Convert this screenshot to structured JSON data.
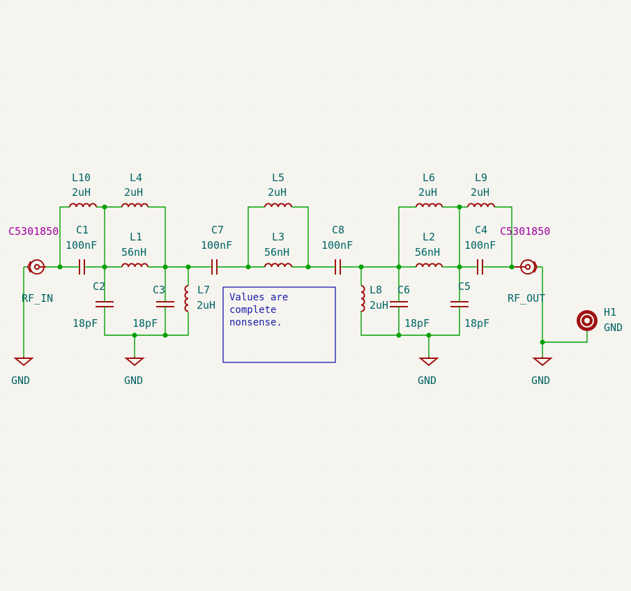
{
  "components": {
    "L10": {
      "ref": "L10",
      "value": "2uH"
    },
    "L4": {
      "ref": "L4",
      "value": "2uH"
    },
    "L5": {
      "ref": "L5",
      "value": "2uH"
    },
    "L6": {
      "ref": "L6",
      "value": "2uH"
    },
    "L9": {
      "ref": "L9",
      "value": "2uH"
    },
    "C1": {
      "ref": "C1",
      "value": "100nF"
    },
    "L1": {
      "ref": "L1",
      "value": "56nH"
    },
    "C7": {
      "ref": "C7",
      "value": "100nF"
    },
    "L3": {
      "ref": "L3",
      "value": "56nH"
    },
    "C8": {
      "ref": "C8",
      "value": "100nF"
    },
    "L2": {
      "ref": "L2",
      "value": "56nH"
    },
    "C4": {
      "ref": "C4",
      "value": "100nF"
    },
    "C2": {
      "ref": "C2",
      "value": "18pF"
    },
    "C3": {
      "ref": "C3",
      "value": "18pF"
    },
    "L7": {
      "ref": "L7",
      "value": "2uH"
    },
    "L8": {
      "ref": "L8",
      "value": "2uH"
    },
    "C6": {
      "ref": "C6",
      "value": "18pF"
    },
    "C5": {
      "ref": "C5",
      "value": "18pF"
    },
    "H1": {
      "ref": "H1",
      "value": "GND"
    }
  },
  "connectors": {
    "in": {
      "part": "C5301850",
      "net": "RF_IN"
    },
    "out": {
      "part": "C5301850",
      "net": "RF_OUT"
    }
  },
  "ground_label": "GND",
  "note": {
    "line1": "Values are",
    "line2": "complete",
    "line3": "nonsense."
  },
  "colors": {
    "background": "#f5f4ef",
    "wire": "#00a000",
    "symbol": "#a01010",
    "label": "#006464",
    "part_number": "#a000a0",
    "note": "#1a1aa8"
  }
}
